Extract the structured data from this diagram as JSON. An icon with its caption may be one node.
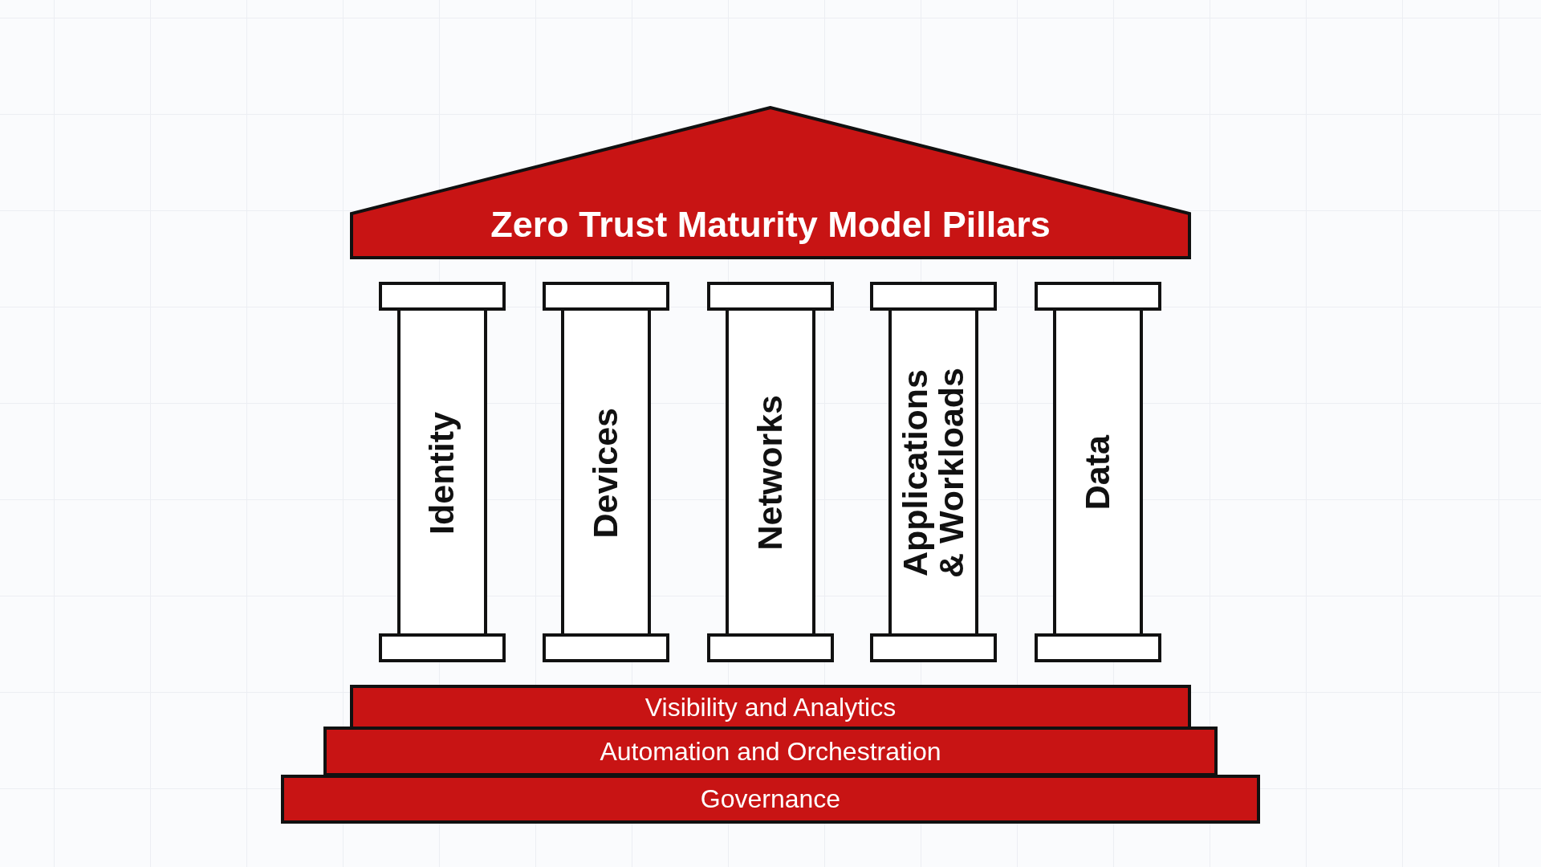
{
  "diagram": {
    "nodes": [
      {
        "text": [
          "Zero Trust Maturity Model Pillars"
        ]
      },
      {
        "text": [
          "Identity"
        ]
      },
      {
        "text": [
          "Devices"
        ]
      },
      {
        "text": [
          "Networks"
        ]
      },
      {
        "text": [
          "Applications & Workloads"
        ]
      },
      {
        "text": [
          "Data"
        ]
      },
      {
        "text": [
          "Visibility and Analytics"
        ]
      },
      {
        "text": [
          "Automation and Orchestration"
        ]
      },
      {
        "text": [
          "Governance"
        ]
      }
    ]
  }
}
